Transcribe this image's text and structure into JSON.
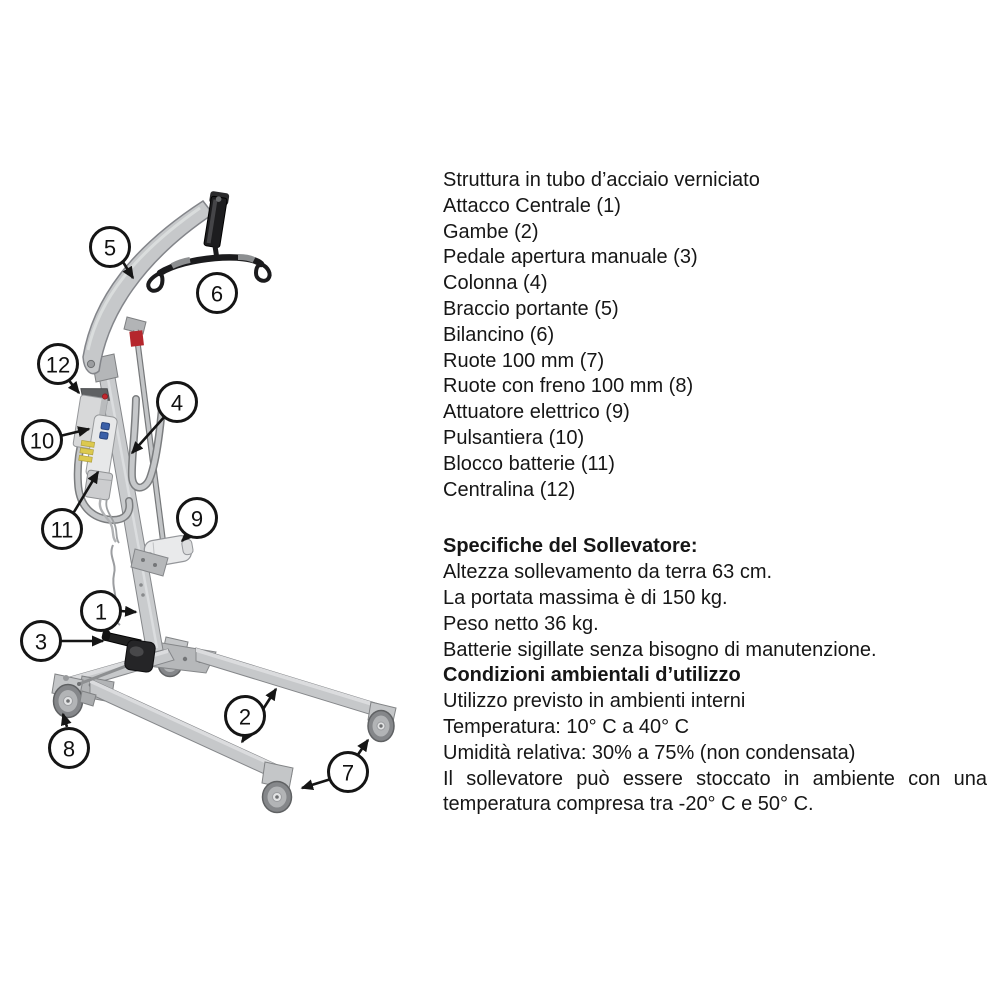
{
  "parts_list": {
    "intro": "Struttura in tubo d’acciaio verniciato",
    "items": [
      "Attacco Centrale (1)",
      "Gambe (2)",
      "Pedale apertura manuale (3)",
      "Colonna (4)",
      "Braccio portante (5)",
      "Bilancino (6)",
      "Ruote 100 mm (7)",
      "Ruote con freno 100 mm (8)",
      "Attuatore elettrico (9)",
      "Pulsantiera (10)",
      "Blocco batterie (11)",
      "Centralina (12)"
    ]
  },
  "specs": {
    "heading": "Specifiche del Sollevatore:",
    "lines": [
      "Altezza sollevamento da terra 63 cm.",
      "La portata massima è di 150 kg.",
      "Peso netto 36 kg.",
      "Batterie sigillate senza bisogno di manutenzione."
    ],
    "conditions_heading": "Condizioni ambientali d’utilizzo",
    "conditions_lines": [
      "Utilizzo previsto in ambienti interni",
      "Temperatura: 10° C a 40° C",
      "Umidità relativa: 30% a 75% (non condensata)"
    ],
    "storage_line_1": "Il sollevatore può essere stoccato in ambiente con una",
    "storage_line_2": "temperatura compresa tra -20° C e 50° C."
  },
  "callouts": [
    {
      "n": "1",
      "part": "Attacco Centrale"
    },
    {
      "n": "2",
      "part": "Gambe"
    },
    {
      "n": "3",
      "part": "Pedale apertura manuale"
    },
    {
      "n": "4",
      "part": "Colonna"
    },
    {
      "n": "5",
      "part": "Braccio portante"
    },
    {
      "n": "6",
      "part": "Bilancino"
    },
    {
      "n": "7",
      "part": "Ruote 100 mm"
    },
    {
      "n": "8",
      "part": "Ruote con freno 100 mm"
    },
    {
      "n": "9",
      "part": "Attuatore elettrico"
    },
    {
      "n": "10",
      "part": "Pulsantiera"
    },
    {
      "n": "11",
      "part": "Blocco batterie"
    },
    {
      "n": "12",
      "part": "Centralina"
    }
  ],
  "colors": {
    "metal": "#c6c8ca",
    "metal_edge": "#85878a",
    "black_part": "#1c1c1e",
    "red_band": "#b5262c",
    "button_blue": "#3a5fa8",
    "label_yellow": "#dcc94f",
    "text": "#161616"
  }
}
